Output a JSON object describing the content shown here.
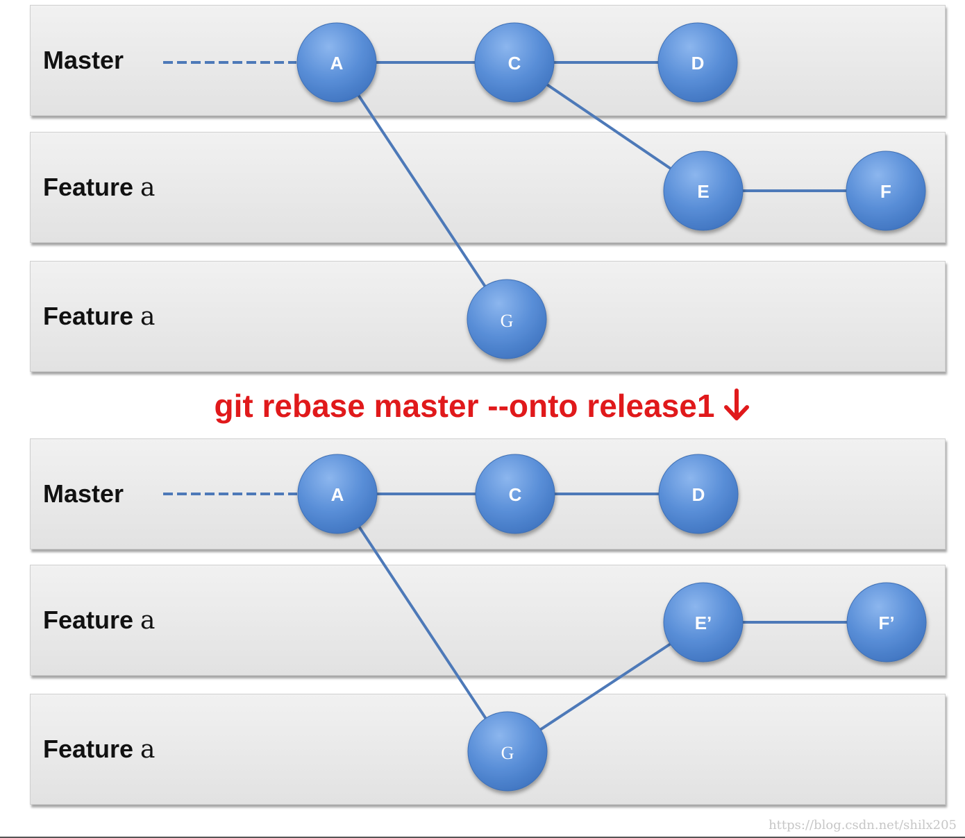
{
  "lanes": [
    {
      "name": "Master",
      "suffix": ""
    },
    {
      "name": "Feature",
      "suffix": "a"
    },
    {
      "name": "Feature",
      "suffix": "a"
    },
    {
      "name": "Master",
      "suffix": ""
    },
    {
      "name": "Feature",
      "suffix": "a"
    },
    {
      "name": "Feature",
      "suffix": "a"
    }
  ],
  "command": "git rebase master --onto release1",
  "colors": {
    "node": "#4f86d2",
    "edge": "#4d79b8",
    "command": "#e0191b"
  },
  "before": {
    "nodes": [
      "A",
      "C",
      "D",
      "E",
      "F",
      "G"
    ],
    "edges": [
      [
        "A",
        "C"
      ],
      [
        "C",
        "D"
      ],
      [
        "C",
        "E"
      ],
      [
        "E",
        "F"
      ],
      [
        "A",
        "G"
      ]
    ]
  },
  "after": {
    "nodes": [
      "A",
      "C",
      "D",
      "E’",
      "F’",
      "G"
    ],
    "edges": [
      [
        "A",
        "C"
      ],
      [
        "C",
        "D"
      ],
      [
        "A",
        "G"
      ],
      [
        "G",
        "E’"
      ],
      [
        "E’",
        "F’"
      ]
    ]
  },
  "watermark": "https://blog.csdn.net/shilx205"
}
